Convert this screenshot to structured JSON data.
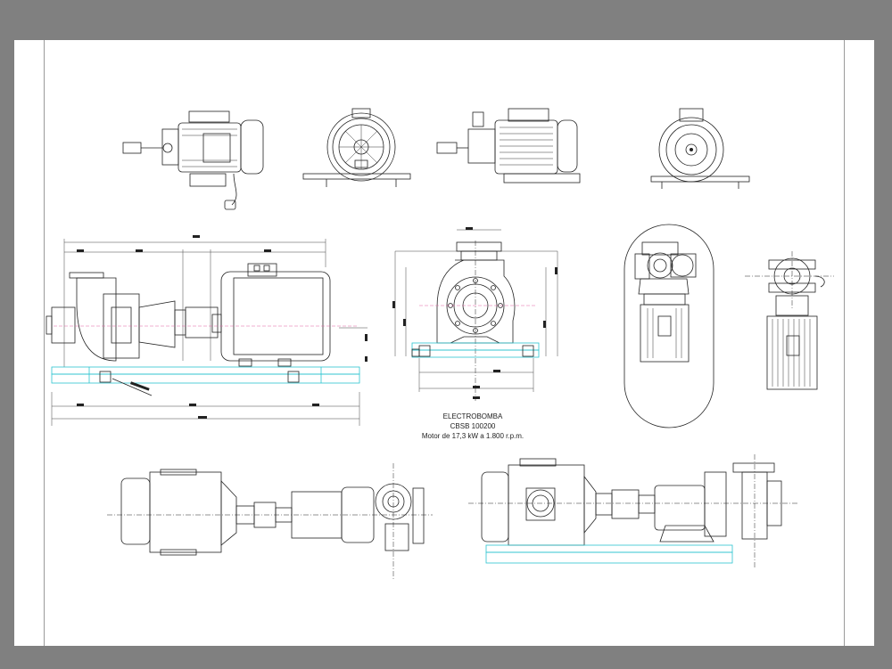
{
  "drawing": {
    "title": "ELECTROBOMBA",
    "model": "CBSB 100200",
    "motor_spec": "Motor de 17,3 kW a 1.800 r.p.m."
  },
  "colors": {
    "background": "#808080",
    "sheet": "#ffffff",
    "linework": "#222222",
    "baseframe": "#2bc4cf",
    "centerline_accent": "#e060a0"
  }
}
